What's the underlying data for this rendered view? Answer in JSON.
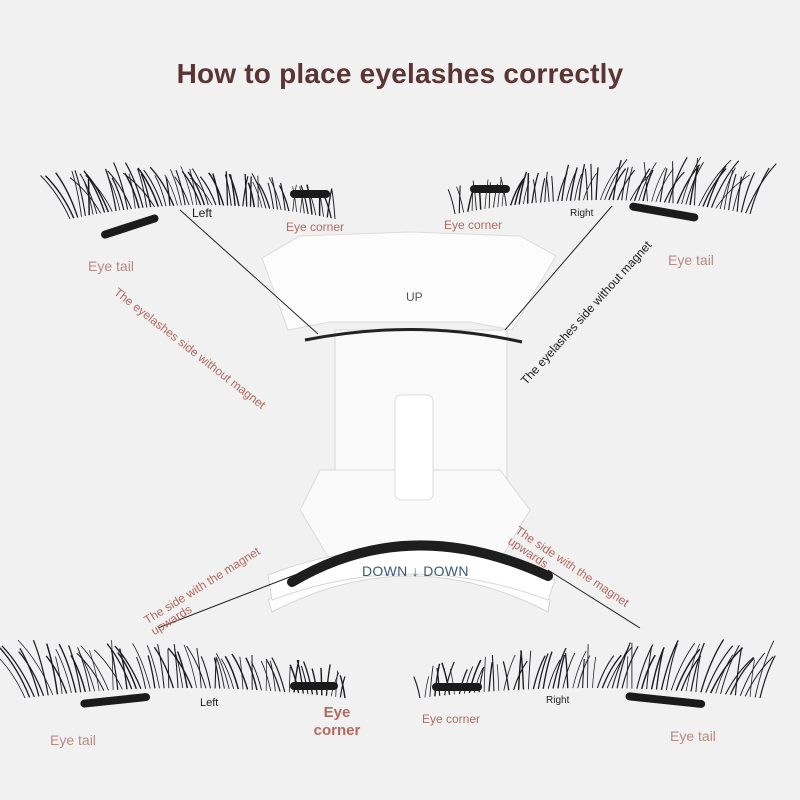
{
  "title": "How to place eyelashes correctly",
  "top": {
    "left_label": "Left",
    "right_label": "Right",
    "left_corner": "Eye corner",
    "right_corner": "Eye corner",
    "left_tail": "Eye tail",
    "right_tail": "Eye tail",
    "left_note": "The eyelashes side without magnet",
    "right_note": "The eyelashes side without magnet"
  },
  "tool": {
    "up_label": "UP",
    "down_label": "DOWN ↓ DOWN"
  },
  "bottom": {
    "left_label": "Left",
    "right_label": "Right",
    "left_corner_line1": "Eye",
    "left_corner_line2": "corner",
    "right_corner": "Eye corner",
    "left_tail": "Eye tail",
    "right_tail": "Eye tail",
    "left_note_line1": "The side with the magnet",
    "left_note_line2": "upwards",
    "right_note_line1": "The side with the magnet",
    "right_note_line2": "upwards"
  },
  "colors": {
    "title": "#5b3535",
    "accent": "#b06a62",
    "lash": "#1a1a22",
    "magnet": "#1b1b1b",
    "tool": "#fbfbfb"
  }
}
